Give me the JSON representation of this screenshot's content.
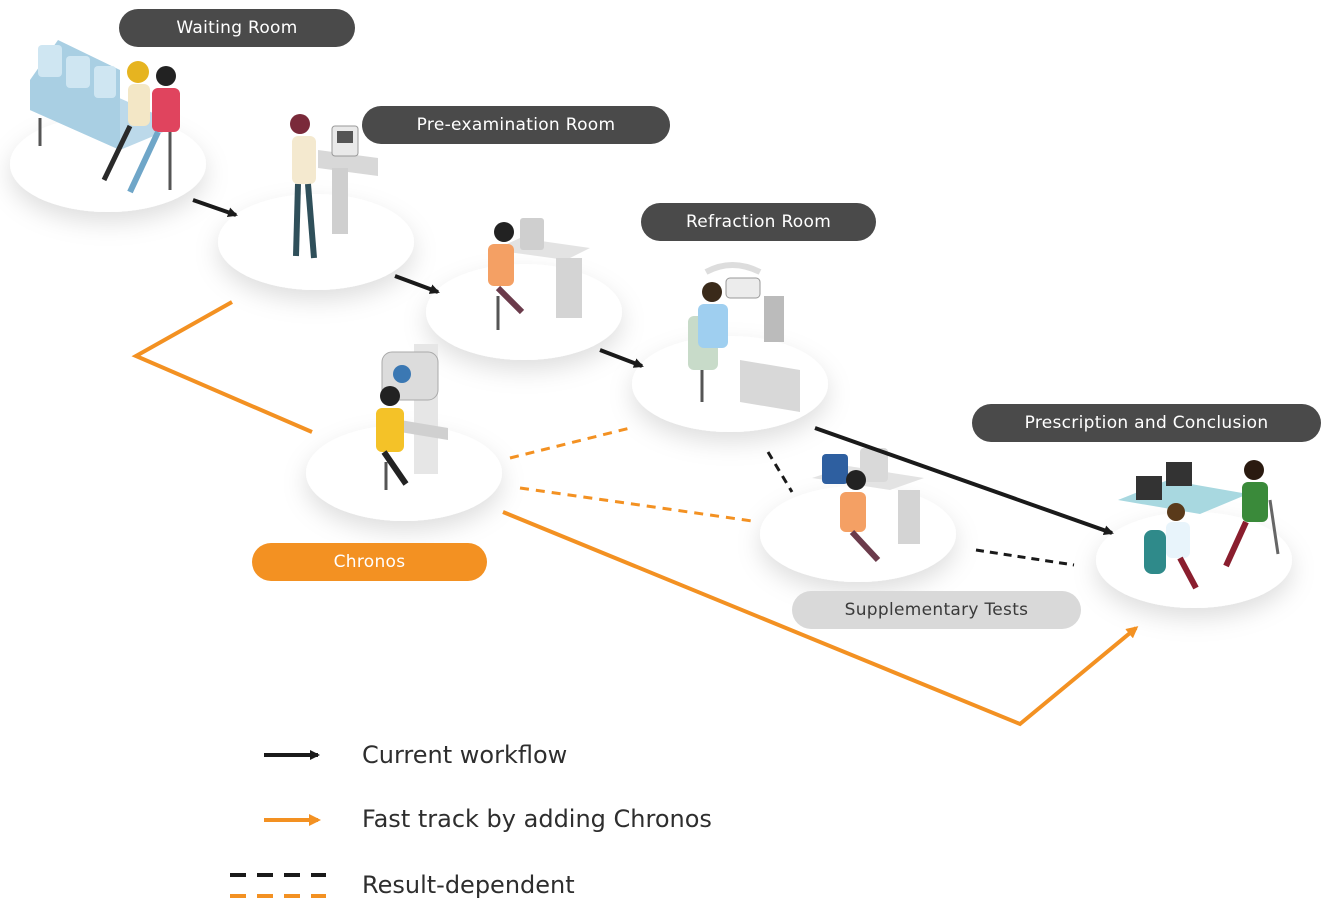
{
  "rooms": {
    "waiting": "Waiting Room",
    "pre_exam": "Pre-examination Room",
    "refraction": "Refraction Room",
    "chronos": "Chronos",
    "supplementary": "Supplementary Tests",
    "prescription": "Prescription and Conclusion"
  },
  "legend": {
    "current": "Current workflow",
    "fast_track": "Fast track by adding Chronos",
    "result_dependent": "Result-dependent"
  },
  "colors": {
    "flow_black": "#1a1a1a",
    "flow_orange": "#f39122",
    "label_dark": "#4a4a4a",
    "label_light": "#d9d9d9"
  }
}
